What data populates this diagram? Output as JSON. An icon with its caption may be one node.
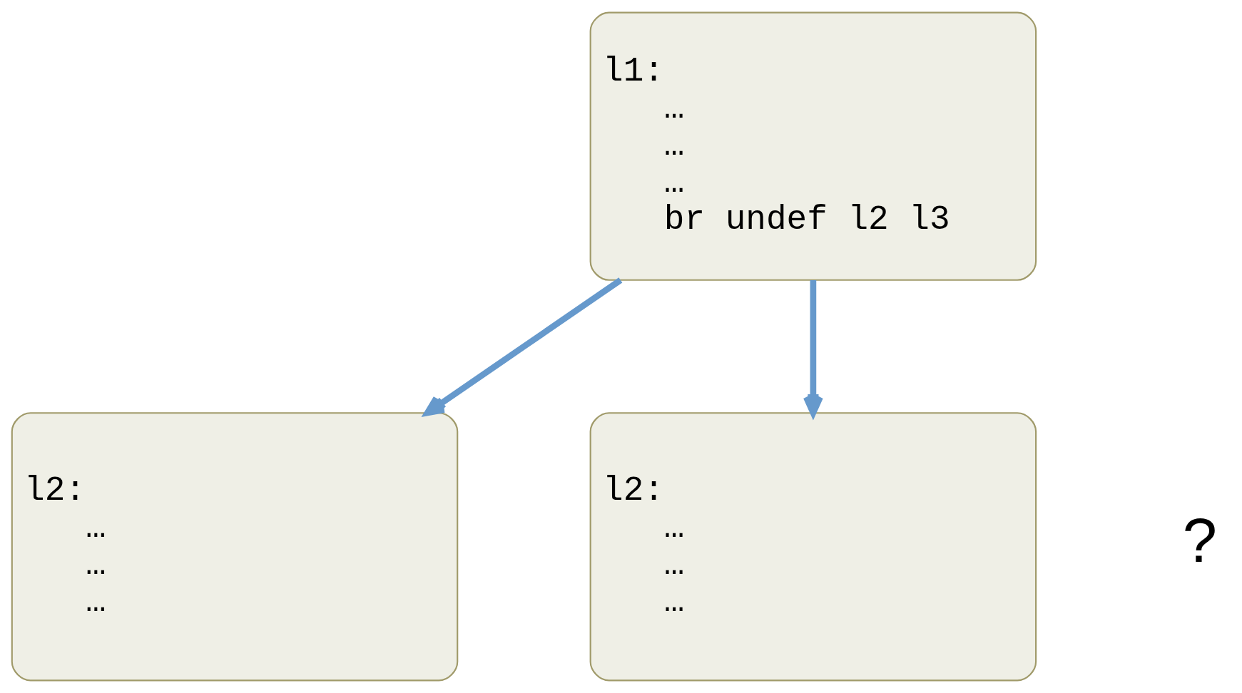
{
  "diagram": {
    "nodes": [
      {
        "text": [
          "l1:",
          "…",
          "…",
          "…",
          "br undef l2 l3"
        ]
      },
      {
        "text": [
          "l2:",
          "…",
          "…",
          "…"
        ]
      },
      {
        "text": [
          "l2:",
          "…",
          "…",
          "…"
        ]
      }
    ],
    "edges": [
      {
        "from": 0,
        "to": 1,
        "arrow": "to"
      },
      {
        "from": 0,
        "to": 2,
        "arrow": "to"
      }
    ],
    "labels": [
      "?"
    ]
  }
}
